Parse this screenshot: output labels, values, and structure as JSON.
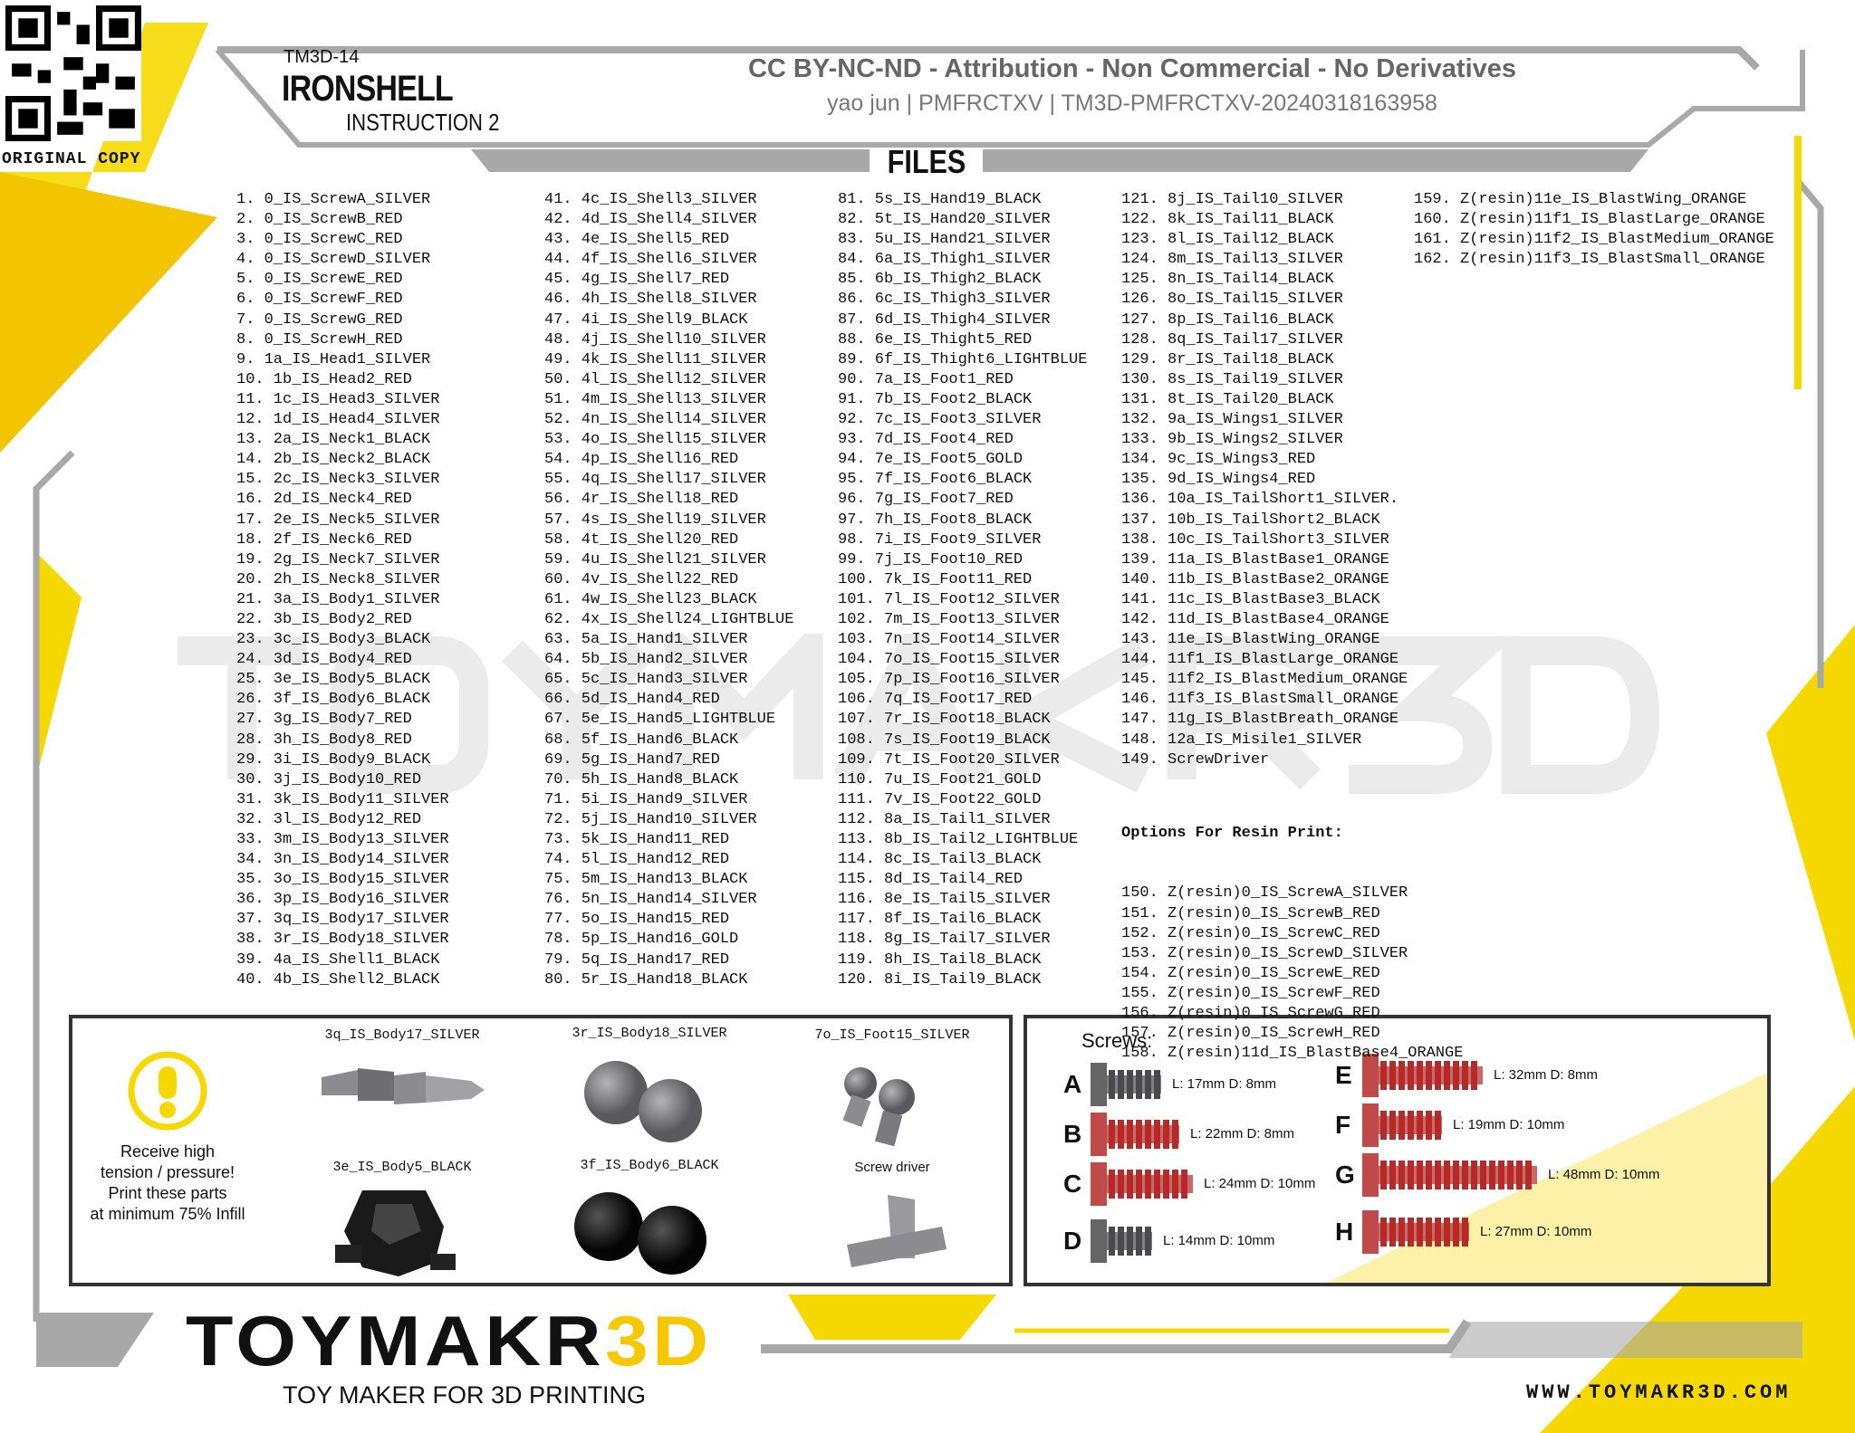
{
  "header": {
    "qr_caption": "ORIGINAL COPY",
    "code": "TM3D-14",
    "title": "IRONSHELL",
    "subtitle": "INSTRUCTION 2",
    "license": "CC BY-NC-ND - Attribution - Non Commercial - No Derivatives",
    "owner_line": "yao jun | PMFRCTXV | TM3D-PMFRCTXV-20240318163958",
    "section": "FILES"
  },
  "watermark": "TOYMAKR3D",
  "files": {
    "col1": [
      "1. 0_IS_ScrewA_SILVER",
      "2. 0_IS_ScrewB_RED",
      "3. 0_IS_ScrewC_RED",
      "4. 0_IS_ScrewD_SILVER",
      "5. 0_IS_ScrewE_RED",
      "6. 0_IS_ScrewF_RED",
      "7. 0_IS_ScrewG_RED",
      "8. 0_IS_ScrewH_RED",
      "9. 1a_IS_Head1_SILVER",
      "10. 1b_IS_Head2_RED",
      "11. 1c_IS_Head3_SILVER",
      "12. 1d_IS_Head4_SILVER",
      "13. 2a_IS_Neck1_BLACK",
      "14. 2b_IS_Neck2_BLACK",
      "15. 2c_IS_Neck3_SILVER",
      "16. 2d_IS_Neck4_RED",
      "17. 2e_IS_Neck5_SILVER",
      "18. 2f_IS_Neck6_RED",
      "19. 2g_IS_Neck7_SILVER",
      "20. 2h_IS_Neck8_SILVER",
      "21. 3a_IS_Body1_SILVER",
      "22. 3b_IS_Body2_RED",
      "23. 3c_IS_Body3_BLACK",
      "24. 3d_IS_Body4_RED",
      "25. 3e_IS_Body5_BLACK",
      "26. 3f_IS_Body6_BLACK",
      "27. 3g_IS_Body7_RED",
      "28. 3h_IS_Body8_RED",
      "29. 3i_IS_Body9_BLACK",
      "30. 3j_IS_Body10_RED",
      "31. 3k_IS_Body11_SILVER",
      "32. 3l_IS_Body12_RED",
      "33. 3m_IS_Body13_SILVER",
      "34. 3n_IS_Body14_SILVER",
      "35. 3o_IS_Body15_SILVER",
      "36. 3p_IS_Body16_SILVER",
      "37. 3q_IS_Body17_SILVER",
      "38. 3r_IS_Body18_SILVER",
      "39. 4a_IS_Shell1_BLACK",
      "40. 4b_IS_Shell2_BLACK"
    ],
    "col2": [
      "41. 4c_IS_Shell3_SILVER",
      "42. 4d_IS_Shell4_SILVER",
      "43. 4e_IS_Shell5_RED",
      "44. 4f_IS_Shell6_SILVER",
      "45. 4g_IS_Shell7_RED",
      "46. 4h_IS_Shell8_SILVER",
      "47. 4i_IS_Shell9_BLACK",
      "48. 4j_IS_Shell10_SILVER",
      "49. 4k_IS_Shell11_SILVER",
      "50. 4l_IS_Shell12_SILVER",
      "51. 4m_IS_Shell13_SILVER",
      "52. 4n_IS_Shell14_SILVER",
      "53. 4o_IS_Shell15_SILVER",
      "54. 4p_IS_Shell16_RED",
      "55. 4q_IS_Shell17_SILVER",
      "56. 4r_IS_Shell18_RED",
      "57. 4s_IS_Shell19_SILVER",
      "58. 4t_IS_Shell20_RED",
      "59. 4u_IS_Shell21_SILVER",
      "60. 4v_IS_Shell22_RED",
      "61. 4w_IS_Shell23_BLACK",
      "62. 4x_IS_Shell24_LIGHTBLUE",
      "63. 5a_IS_Hand1_SILVER",
      "64. 5b_IS_Hand2_SILVER",
      "65. 5c_IS_Hand3_SILVER",
      "66. 5d_IS_Hand4_RED",
      "67. 5e_IS_Hand5_LIGHTBLUE",
      "68. 5f_IS_Hand6_BLACK",
      "69. 5g_IS_Hand7_RED",
      "70. 5h_IS_Hand8_BLACK",
      "71. 5i_IS_Hand9_SILVER",
      "72. 5j_IS_Hand10_SILVER",
      "73. 5k_IS_Hand11_RED",
      "74. 5l_IS_Hand12_RED",
      "75. 5m_IS_Hand13_BLACK",
      "76. 5n_IS_Hand14_SILVER",
      "77. 5o_IS_Hand15_RED",
      "78. 5p_IS_Hand16_GOLD",
      "79. 5q_IS_Hand17_RED",
      "80. 5r_IS_Hand18_BLACK"
    ],
    "col3": [
      "81. 5s_IS_Hand19_BLACK",
      "82. 5t_IS_Hand20_SILVER",
      "83. 5u_IS_Hand21_SILVER",
      "84. 6a_IS_Thigh1_SILVER",
      "85. 6b_IS_Thigh2_BLACK",
      "86. 6c_IS_Thigh3_SILVER",
      "87. 6d_IS_Thigh4_SILVER",
      "88. 6e_IS_Thight5_RED",
      "89. 6f_IS_Thight6_LIGHTBLUE",
      "90. 7a_IS_Foot1_RED",
      "91. 7b_IS_Foot2_BLACK",
      "92. 7c_IS_Foot3_SILVER",
      "93. 7d_IS_Foot4_RED",
      "94. 7e_IS_Foot5_GOLD",
      "95. 7f_IS_Foot6_BLACK",
      "96. 7g_IS_Foot7_RED",
      "97. 7h_IS_Foot8_BLACK",
      "98. 7i_IS_Foot9_SILVER",
      "99. 7j_IS_Foot10_RED",
      "100. 7k_IS_Foot11_RED",
      "101. 7l_IS_Foot12_SILVER",
      "102. 7m_IS_Foot13_SILVER",
      "103. 7n_IS_Foot14_SILVER",
      "104. 7o_IS_Foot15_SILVER",
      "105. 7p_IS_Foot16_SILVER",
      "106. 7q_IS_Foot17_RED",
      "107. 7r_IS_Foot18_BLACK",
      "108. 7s_IS_Foot19_BLACK",
      "109. 7t_IS_Foot20_SILVER",
      "110. 7u_IS_Foot21_GOLD",
      "111. 7v_IS_Foot22_GOLD",
      "112. 8a_IS_Tail1_SILVER",
      "113. 8b_IS_Tail2_LIGHTBLUE",
      "114. 8c_IS_Tail3_BLACK",
      "115. 8d_IS_Tail4_RED",
      "116. 8e_IS_Tail5_SILVER",
      "117. 8f_IS_Tail6_BLACK",
      "118. 8g_IS_Tail7_SILVER",
      "119. 8h_IS_Tail8_BLACK",
      "120. 8i_IS_Tail9_BLACK"
    ],
    "col4": [
      "121. 8j_IS_Tail10_SILVER",
      "122. 8k_IS_Tail11_BLACK",
      "123. 8l_IS_Tail12_BLACK",
      "124. 8m_IS_Tail13_SILVER",
      "125. 8n_IS_Tail14_BLACK",
      "126. 8o_IS_Tail15_SILVER",
      "127. 8p_IS_Tail16_BLACK",
      "128. 8q_IS_Tail17_SILVER",
      "129. 8r_IS_Tail18_BLACK",
      "130. 8s_IS_Tail19_SILVER",
      "131. 8t_IS_Tail20_BLACK",
      "132. 9a_IS_Wings1_SILVER",
      "133. 9b_IS_Wings2_SILVER",
      "134. 9c_IS_Wings3_RED",
      "135. 9d_IS_Wings4_RED",
      "136. 10a_IS_TailShort1_SILVER.",
      "137. 10b_IS_TailShort2_BLACK",
      "138. 10c_IS_TailShort3_SILVER",
      "139. 11a_IS_BlastBase1_ORANGE",
      "140. 11b_IS_BlastBase2_ORANGE",
      "141. 11c_IS_BlastBase3_BLACK",
      "142. 11d_IS_BlastBase4_ORANGE",
      "143. 11e_IS_BlastWing_ORANGE",
      "144. 11f1_IS_BlastLarge_ORANGE",
      "145. 11f2_IS_BlastMedium_ORANGE",
      "146. 11f3_IS_BlastSmall_ORANGE",
      "147. 11g_IS_BlastBreath_ORANGE",
      "148. 12a_IS_Misile1_SILVER",
      "149. ScrewDriver"
    ],
    "options_title": "Options For Resin Print:",
    "options": [
      "150. Z(resin)0_IS_ScrewA_SILVER",
      "151. Z(resin)0_IS_ScrewB_RED",
      "152. Z(resin)0_IS_ScrewC_RED",
      "153. Z(resin)0_IS_ScrewD_SILVER",
      "154. Z(resin)0_IS_ScrewE_RED",
      "155. Z(resin)0_IS_ScrewF_RED",
      "156. Z(resin)0_IS_ScrewG_RED",
      "157. Z(resin)0_IS_ScrewH_RED",
      "158. Z(resin)11d_IS_BlastBase4_ORANGE"
    ],
    "col5": [
      "159. Z(resin)11e_IS_BlastWing_ORANGE",
      "160. Z(resin)11f1_IS_BlastLarge_ORANGE",
      "161. Z(resin)11f2_IS_BlastMedium_ORANGE",
      "162. Z(resin)11f3_IS_BlastSmall_ORANGE"
    ]
  },
  "warning": {
    "icon": "exclamation-circle-icon",
    "text": [
      "Receive high",
      "tension / pressure!",
      "Print these parts",
      "at minimum 75% Infill"
    ]
  },
  "parts": [
    {
      "label": "3q_IS_Body17_SILVER",
      "kind": "peg"
    },
    {
      "label": "3r_IS_Body18_SILVER",
      "kind": "balls-grey"
    },
    {
      "label": "7o_IS_Foot15_SILVER",
      "kind": "ball-joints"
    },
    {
      "label": "3e_IS_Body5_BLACK",
      "kind": "black-part"
    },
    {
      "label": "3f_IS_Body6_BLACK",
      "kind": "balls-black"
    },
    {
      "label": "Screw driver",
      "kind": "screwdriver"
    }
  ],
  "screws": {
    "title": "Screws:",
    "items": [
      {
        "letter": "A",
        "dims": "L: 17mm  D: 8mm",
        "color": "#4a4a4e"
      },
      {
        "letter": "B",
        "dims": "L: 22mm  D: 8mm",
        "color": "#b52a2a"
      },
      {
        "letter": "C",
        "dims": "L: 24mm  D: 10mm",
        "color": "#b52a2a"
      },
      {
        "letter": "D",
        "dims": "L: 14mm  D: 10mm",
        "color": "#4a4a4e"
      },
      {
        "letter": "E",
        "dims": "L: 32mm  D: 8mm",
        "color": "#b52a2a"
      },
      {
        "letter": "F",
        "dims": "L: 19mm  D: 10mm",
        "color": "#b52a2a"
      },
      {
        "letter": "G",
        "dims": "L: 48mm  D: 10mm",
        "color": "#b52a2a"
      },
      {
        "letter": "H",
        "dims": "L: 27mm  D: 10mm",
        "color": "#b52a2a"
      }
    ]
  },
  "footer": {
    "logo_main": "TOYMAKR",
    "logo_accent": "3D",
    "tagline": "TOY MAKER FOR 3D PRINTING",
    "website": "WWW.TOYMAKR3D.COM"
  },
  "colors": {
    "accent_yellow": "#f5d800",
    "frame_grey": "#a8a8a8",
    "text": "#111111"
  }
}
